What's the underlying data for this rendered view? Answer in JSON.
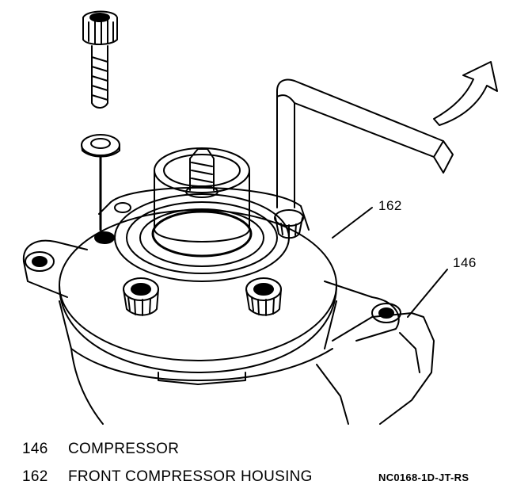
{
  "callouts": {
    "c162": "162",
    "c146": "146"
  },
  "legend": [
    {
      "number": "146",
      "text": "COMPRESSOR"
    },
    {
      "number": "162",
      "text": "FRONT COMPRESSOR HOUSING"
    }
  ],
  "reference_code": "NC0168-1D-JT-RS"
}
